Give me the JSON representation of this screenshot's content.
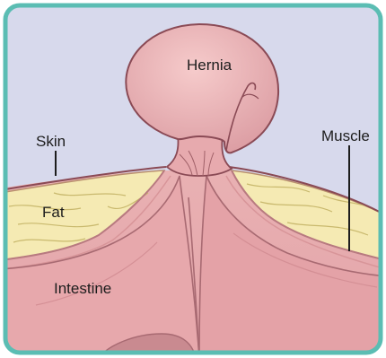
{
  "labels": {
    "hernia": "Hernia",
    "skin": "Skin",
    "muscle": "Muscle",
    "fat": "Fat",
    "intestine": "Intestine"
  },
  "colors": {
    "frame": "#5bbdb3",
    "background": "#d7d9ec",
    "tissue": "#e8aeb0",
    "tissue_light": "#f2c3c3",
    "tissue_dark": "#b87a80",
    "fat": "#f5eab3",
    "fat_lines": "#c9b96e",
    "skin_band": "#e9b7b4",
    "outline": "#8a4a55",
    "leader": "#1d1d1d"
  }
}
